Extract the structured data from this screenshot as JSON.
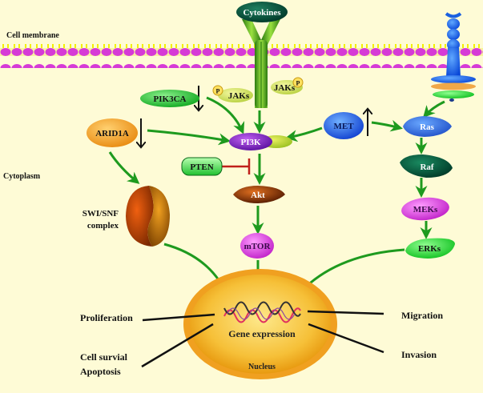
{
  "labels": {
    "cell_membrane": "Cell membrane",
    "cytoplasm": "Cytoplasm",
    "swi_snf_line1": "SWI/SNF",
    "swi_snf_line2": "complex",
    "proliferation": "Proliferation",
    "cell_survival": "Cell survial",
    "apoptosis": "Apoptosis",
    "migration": "Migration",
    "invasion": "Invasion",
    "gene_expression": "Gene expression",
    "nucleus": "Nucleus"
  },
  "nodes": {
    "cytokines": "Cytokines",
    "pik3ca": "PIK3CA",
    "jaks_left": "JAKs",
    "jaks_right": "JAKs",
    "phospho": "P",
    "arid1a": "ARID1A",
    "pi3k": "PI3K",
    "pten": "PTEN",
    "akt": "Akt",
    "mtor": "mTOR",
    "met": "MET",
    "ras": "Ras",
    "raf": "Raf",
    "meks": "MEKs",
    "erks": "ERKs"
  },
  "regulation": {
    "pik3ca": "down",
    "arid1a": "down",
    "met": "up"
  },
  "colors": {
    "background": "#fefbd6",
    "activation_arrow": "#1e9a1e",
    "inhibition": "#c0201a",
    "membrane_head": "#d63ad6",
    "membrane_tail": "#f2f000",
    "nucleus": "#f0a020"
  }
}
